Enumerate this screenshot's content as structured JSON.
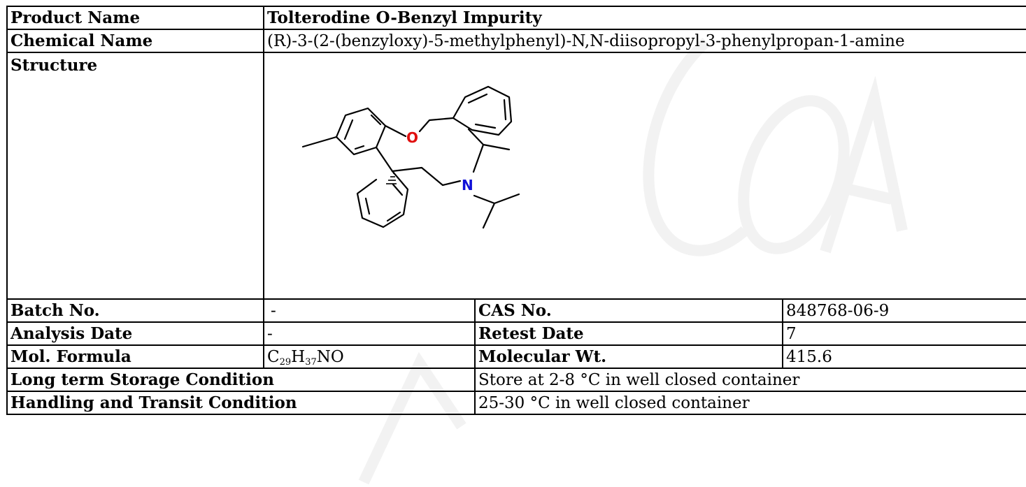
{
  "product": {
    "product_name_label": "Product Name",
    "product_name": "Tolterodine O-Benzyl Impurity",
    "chemical_name_label": "Chemical Name",
    "chemical_name": "(R)-3-(2-(benzyloxy)-5-methylphenyl)-N,N-diisopropyl-3-phenylpropan-1-amine",
    "structure_label": "Structure",
    "structure_atoms": {
      "oxygen": "O",
      "nitrogen": "N"
    }
  },
  "details": {
    "batch_label": "Batch No.",
    "batch_value": "-",
    "cas_label": "CAS No.",
    "cas_value": "848768-06-9",
    "analysis_date_label": "Analysis Date",
    "analysis_date_value": "-",
    "retest_label": "Retest Date",
    "retest_value": "7",
    "formula_label": "Mol. Formula",
    "formula_c": "C",
    "formula_c_sub": "29",
    "formula_h": "H",
    "formula_h_sub": "37",
    "formula_rest": "NO",
    "mw_label": "Molecular Wt.",
    "mw_value": "415.6"
  },
  "storage": {
    "long_term_label": "Long term Storage Condition",
    "long_term_value": "Store at 2-8 °C in well closed container",
    "handling_label": "Handling and Transit Condition",
    "handling_value": "25-30 °C in well closed container"
  },
  "colors": {
    "oxygen": "#e0100f",
    "nitrogen": "#1010d8",
    "watermark": "#f3f3f3"
  }
}
